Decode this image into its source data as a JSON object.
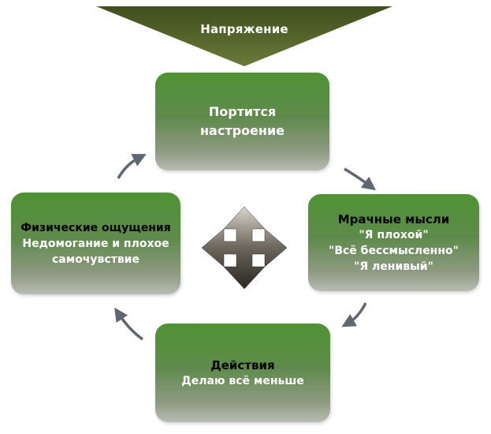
{
  "banner": {
    "label": "Напряжение"
  },
  "boxes": {
    "top": {
      "title": "Портится настроение"
    },
    "right": {
      "title": "Мрачные мысли",
      "lines": [
        "\"Я плохой\"",
        "\"Всё бессмысленно\"",
        "\"Я ленивый\""
      ]
    },
    "bottom": {
      "title": "Действия",
      "line": "Делаю всё меньше"
    },
    "left": {
      "title": "Физические ощущения",
      "lines": [
        "Недомогание и плохое",
        "самочувствие"
      ]
    }
  },
  "colors": {
    "banner": "#4b5a22",
    "box_top": "#4f9333",
    "box_bottom": "#b8bcb2",
    "arrow": "#5f6770",
    "cross": "#3f3a33"
  },
  "icons": {
    "center": "four-way-arrow-icon",
    "connector": "curved-arrow-icon"
  }
}
